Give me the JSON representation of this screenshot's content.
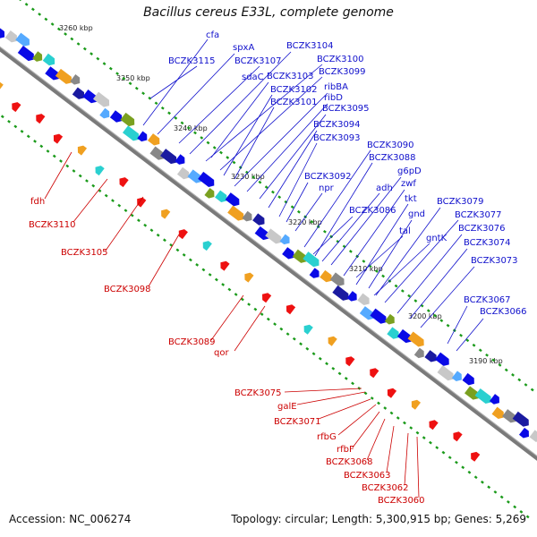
{
  "title": "Bacillus cereus E33L, complete genome",
  "footer": {
    "accession": "Accession: NC_006274",
    "summary": "Topology: circular; Length: 5,300,915 bp; Genes: 5,269"
  },
  "colors": {
    "forward_label": "#1010cc",
    "reverse_label": "#cc0000",
    "backbone": "#808080",
    "forward_gene": "#0a0ae6",
    "reverse_gene": "#ee1111",
    "tick_green": "#1a9a1a"
  },
  "ticks": [
    "3260 kbp",
    "3250 kbp",
    "3240 kbp",
    "3230 kbp",
    "3220 kbp",
    "3210 kbp",
    "3200 kbp",
    "3190 kbp"
  ],
  "forward_labels": [
    "cfa",
    "spxA",
    "BCZK3115",
    "BCZK3107",
    "BCZK3104",
    "BCZK3100",
    "BCZK3099",
    "sdaC",
    "BCZK3103",
    "BCZK3102",
    "ribBA",
    "BCZK3101",
    "ribD",
    "BCZK3095",
    "BCZK3094",
    "BCZK3093",
    "BCZK3090",
    "BCZK3088",
    "BCZK3092",
    "g6pD",
    "npr",
    "zwf",
    "adh",
    "tkt",
    "BCZK3086",
    "BCZK3079",
    "gnd",
    "BCZK3077",
    "tal",
    "BCZK3076",
    "gntK",
    "BCZK3074",
    "BCZK3073",
    "BCZK3067",
    "BCZK3066"
  ],
  "reverse_labels": [
    "fdh",
    "BCZK3110",
    "BCZK3105",
    "BCZK3098",
    "BCZK3089",
    "qor",
    "BCZK3075",
    "galE",
    "BCZK3071",
    "rfbG",
    "rfbF",
    "BCZK3068",
    "BCZK3063",
    "BCZK3062",
    "BCZK3060"
  ]
}
